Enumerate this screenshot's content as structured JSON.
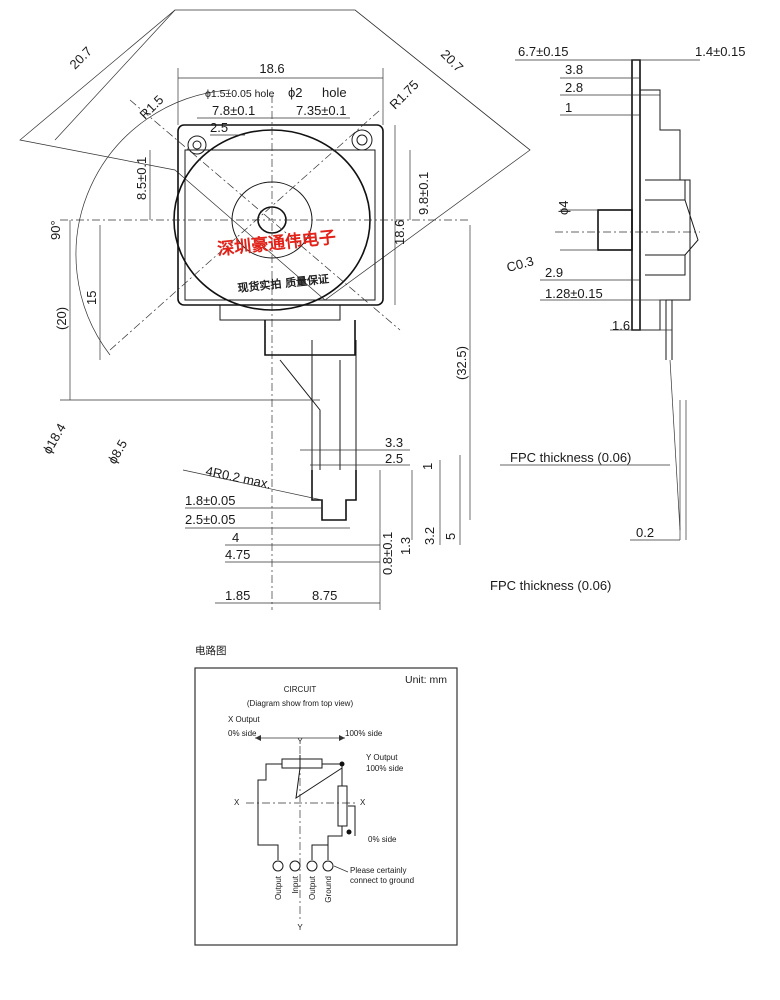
{
  "drawing": {
    "front_view": {
      "dims": {
        "d20_7_left": "20.7",
        "d20_7_right": "20.7",
        "d18_6": "18.6",
        "hole_a": "ϕ1.5±0.05 hole",
        "hole_b": "ϕ2",
        "hole_b_suffix": "hole",
        "r1_5": "R1.5",
        "r1_75": "R1.75",
        "d7_8": "7.8±0.1",
        "d7_35": "7.35±0.1",
        "d2_5": "2.5",
        "d8_5": "8.5±0.1",
        "d9_8": "9.8±0.1",
        "d18_6v": "18.6",
        "angle": "90°",
        "d15": "15",
        "d20": "(20)",
        "d32_5": "(32.5)",
        "d18_4": "ϕ18.4",
        "d8_5c": "ϕ8.5"
      }
    },
    "terminal_detail": {
      "dims": {
        "d3_3": "3.3",
        "d2_5": "2.5",
        "d1": "1",
        "r4": "4R0.2 max.",
        "d1_8": "1.8±0.05",
        "d2_5b": "2.5±0.05",
        "d4": "4",
        "d4_75": "4.75",
        "d0_8": "0.8±0.1",
        "d1_3": "1.3",
        "d3_2": "3.2",
        "d5": "5",
        "d1_85": "1.85",
        "d8_75": "8.75"
      }
    },
    "side_view": {
      "dims": {
        "d6_7": "6.7±0.15",
        "d1_4": "1.4±0.15",
        "d3_8": "3.8",
        "d2_8": "2.8",
        "d1": "1",
        "d4": "ϕ4",
        "c0_3": "C0.3",
        "d2_9": "2.9",
        "d1_28": "1.28±0.15",
        "d1_6": "1.6",
        "fpc1": "FPC thickness (0.06)",
        "d0_2": "0.2"
      }
    },
    "fpc_note": "FPC thickness (0.06)",
    "watermark": {
      "main": "深圳豪通伟电子",
      "sub": "现货实拍  质量保证"
    }
  },
  "circuit": {
    "caption": "电路图",
    "unit": "Unit: mm",
    "title": "CIRCUIT",
    "subtitle": "(Diagram show from top view)",
    "x_output": "X Output",
    "x_0": "0% side",
    "x_100": "100% side",
    "y_output": "Y Output",
    "y_100": "100% side",
    "y_0": "0% side",
    "axis_y_top": "Y",
    "axis_y_bottom": "Y",
    "axis_x_left": "X",
    "axis_x_right": "X",
    "pins": [
      "Output",
      "Input",
      "Output",
      "Ground"
    ],
    "note_line1": "Please certainly",
    "note_line2": "connect to ground"
  }
}
